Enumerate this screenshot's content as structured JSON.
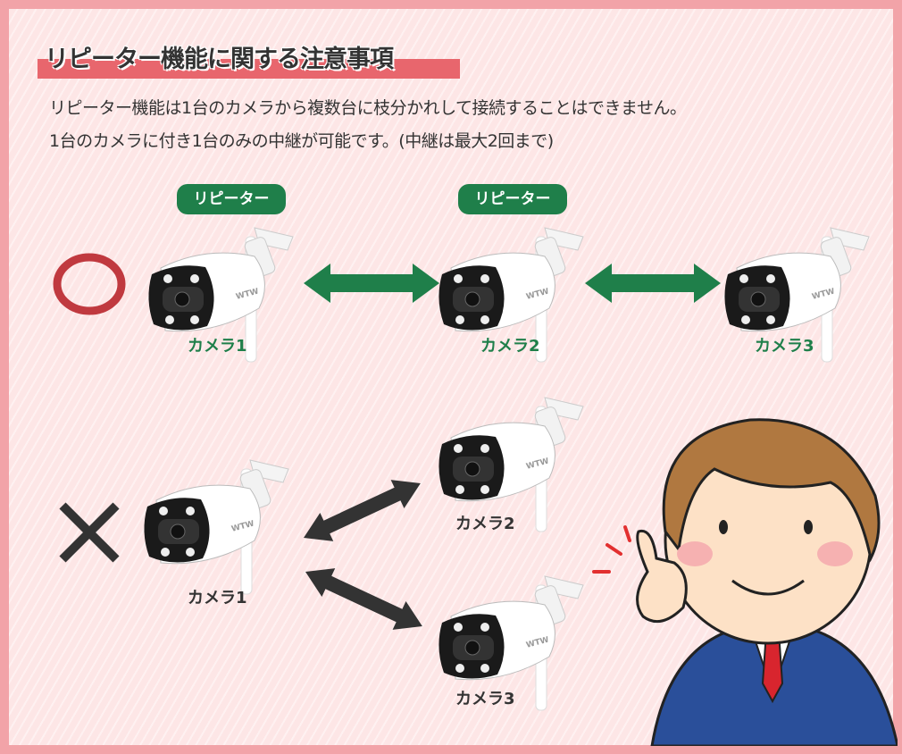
{
  "title": "リピーター機能に関する注意事項",
  "description": [
    "リピーター機能は1台のカメラから複数台に枝分かれして接続することはできません。",
    "1台のカメラに付き1台のみの中継が可能です。(中継は最大2回まで)"
  ],
  "correct": {
    "symbol": "circle",
    "repeater_label": "リピーター",
    "cameras": [
      "カメラ1",
      "カメラ2",
      "カメラ3"
    ]
  },
  "incorrect": {
    "symbol": "cross",
    "cameras": [
      "カメラ1",
      "カメラ2",
      "カメラ3"
    ]
  },
  "camera_brand": "WTW",
  "colors": {
    "frame": "#f2a3a8",
    "title_bar": "#e8666d",
    "green": "#1f7f4a",
    "circle": "#c0393f",
    "cross": "#333333"
  }
}
